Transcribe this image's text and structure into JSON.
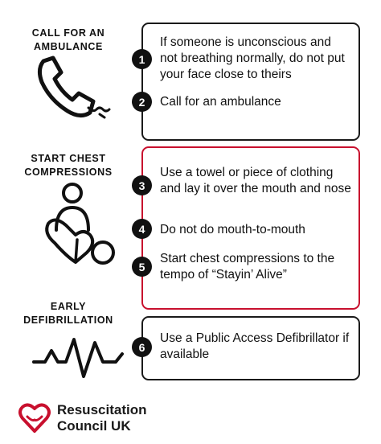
{
  "sections": [
    {
      "title": "CALL FOR AN\nAMBULANCE",
      "icon": "phone-icon",
      "steps": [
        {
          "number": "1",
          "text": "If someone is unconscious and not breathing normally, do not put your face close to theirs"
        },
        {
          "number": "2",
          "text": "Call for an ambulance"
        }
      ]
    },
    {
      "title": "START CHEST\nCOMPRESSIONS",
      "icon": "cpr-person-icon",
      "steps": [
        {
          "number": "3",
          "text": "Use a towel or piece of clothing and lay it over the mouth and nose"
        },
        {
          "number": "4",
          "text": "Do not do mouth-to-mouth"
        },
        {
          "number": "5",
          "text": "Start chest compressions to the tempo of “Stayin’ Alive”"
        }
      ]
    },
    {
      "title": "EARLY\nDEFIBRILLATION",
      "icon": "heartbeat-icon",
      "steps": [
        {
          "number": "6",
          "text": "Use a Public Access Defibrillator if available"
        }
      ]
    }
  ],
  "logo": {
    "line1": "Resuscitation",
    "line2": "Council UK",
    "icon": "heart-hands-icon"
  },
  "colors": {
    "red_accent": "#c8102e",
    "dark": "#111111"
  }
}
